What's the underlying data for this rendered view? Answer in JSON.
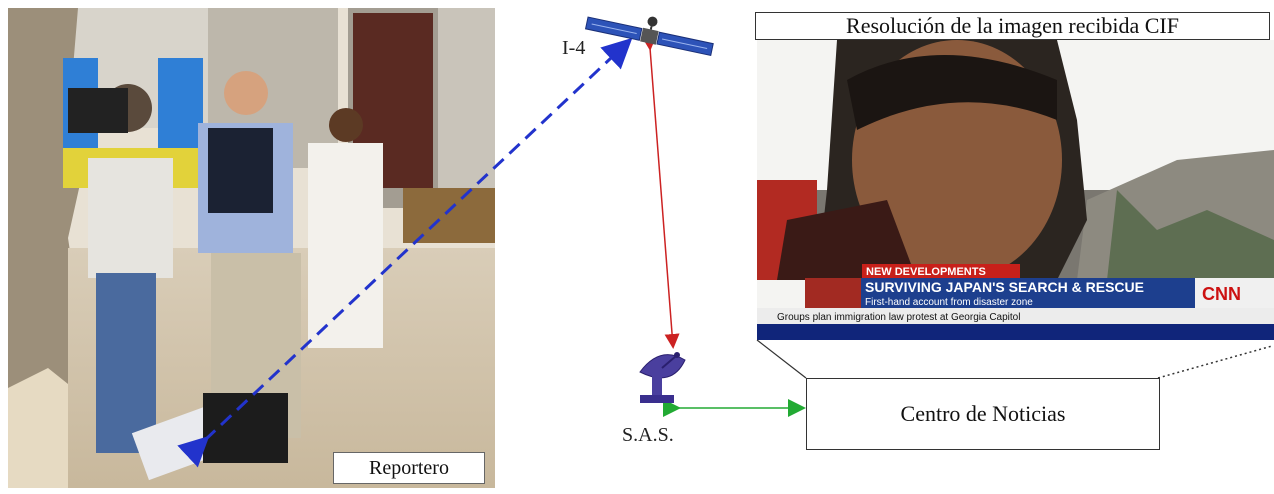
{
  "satellite": {
    "label": "I-4"
  },
  "station": {
    "label": "S.A.S."
  },
  "reporter": {
    "label": "Reportero"
  },
  "news_center": {
    "label": "Centro de Noticias"
  },
  "received_image": {
    "title": "Resolución de la imagen recibida CIF",
    "broadcast": {
      "banner": "NEW DEVELOPMENTS",
      "headline": "SURVIVING JAPAN'S SEARCH & RESCUE",
      "subheadline": "First-hand account from disaster zone",
      "ticker": "Groups plan immigration law protest at Georgia Capitol",
      "channel": "CNN"
    }
  },
  "colors": {
    "uplink": "#2233cc",
    "satellite_link": "#cc2222",
    "ground_link": "#22aa33"
  }
}
